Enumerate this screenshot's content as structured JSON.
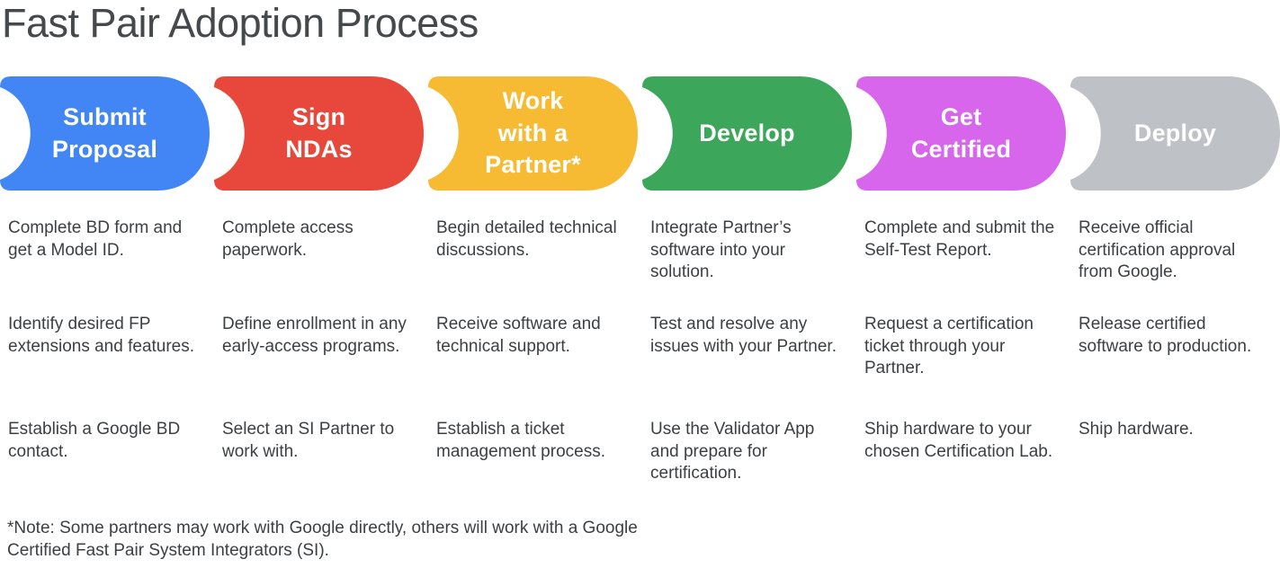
{
  "title": "Fast Pair Adoption Process",
  "stages": [
    {
      "label": "Submit Proposal",
      "label_lines": [
        "Submit",
        "Proposal"
      ],
      "color": "#4285F4",
      "steps": [
        "Complete BD form and get a Model ID.",
        "Identify desired FP extensions and features.",
        "Establish a Google BD contact."
      ]
    },
    {
      "label": "Sign NDAs",
      "label_lines": [
        "Sign",
        "NDAs"
      ],
      "color": "#E8483B",
      "steps": [
        "Complete access paperwork.",
        "Define enrollment in any early-access programs.",
        "Select an SI Partner to work with."
      ]
    },
    {
      "label": "Work with a Partner*",
      "label_lines": [
        "Work",
        "with a",
        "Partner*"
      ],
      "color": "#F7BB33",
      "steps": [
        "Begin detailed technical discussions.",
        "Receive software and technical support.",
        "Establish a ticket management process."
      ]
    },
    {
      "label": "Develop",
      "label_lines": [
        "Develop"
      ],
      "color": "#3CA75B",
      "steps": [
        "Integrate Partner’s software into your solution.",
        "Test and resolve any issues with your Partner.",
        "Use the Validator App and prepare for certification."
      ]
    },
    {
      "label": "Get Certified",
      "label_lines": [
        "Get",
        "Certified"
      ],
      "color": "#D766EC",
      "steps": [
        "Complete and submit the Self-Test Report.",
        "Request a certification ticket through your Partner.",
        "Ship hardware to your chosen Certification Lab."
      ]
    },
    {
      "label": "Deploy",
      "label_lines": [
        "Deploy"
      ],
      "color": "#BEC1C5",
      "steps": [
        "Receive official certification approval from Google.",
        "Release certified software to production.",
        "Ship hardware."
      ]
    }
  ],
  "note": "*Note: Some partners may work with Google directly, others will work with a Google Certified Fast Pair System Integrators (SI)."
}
